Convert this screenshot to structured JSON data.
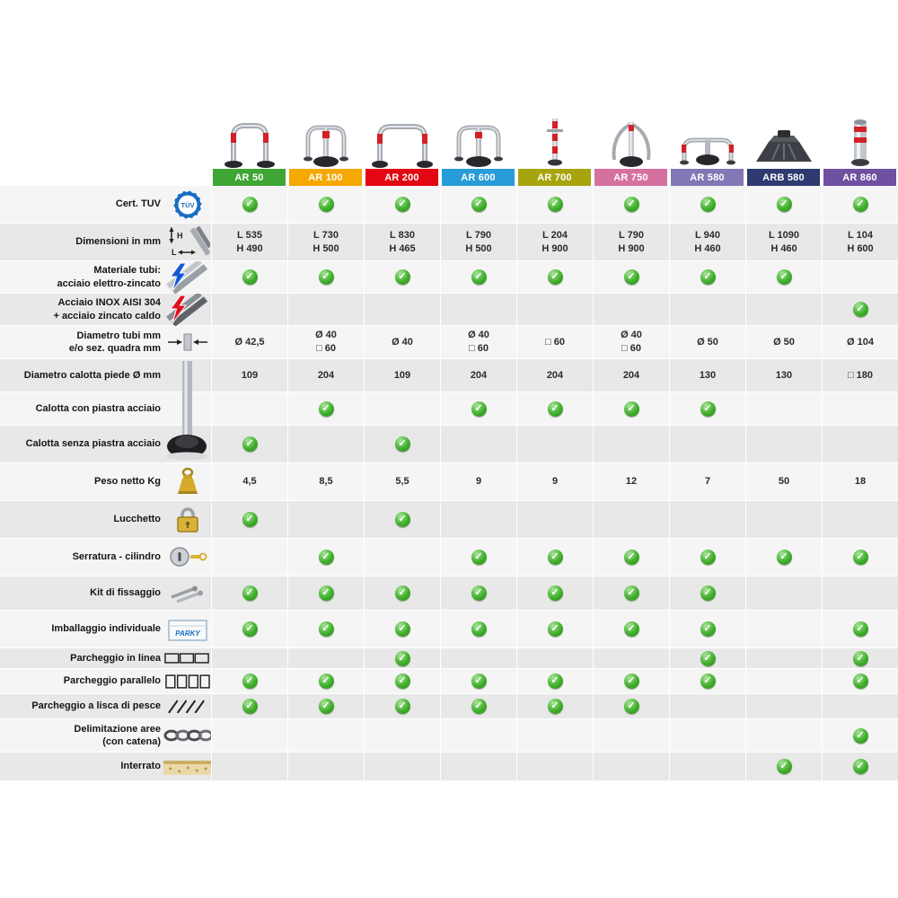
{
  "colors": {
    "check_green": "#3fae2a"
  },
  "table": {
    "products": [
      {
        "name": "AR 50",
        "color": "#3fa535",
        "sketch": "arch"
      },
      {
        "name": "AR 100",
        "color": "#f5a800",
        "sketch": "arch-post"
      },
      {
        "name": "AR 200",
        "color": "#e30613",
        "sketch": "wide-arch"
      },
      {
        "name": "AR 600",
        "color": "#289cd8",
        "sketch": "arch-dome"
      },
      {
        "name": "AR 700",
        "color": "#a7a40e",
        "sketch": "post"
      },
      {
        "name": "AR 750",
        "color": "#d4719f",
        "sketch": "fold-post"
      },
      {
        "name": "AR 580",
        "color": "#8377b5",
        "sketch": "low-hoop"
      },
      {
        "name": "ARB 580",
        "color": "#2e3a70",
        "sketch": "ramp"
      },
      {
        "name": "AR 860",
        "color": "#6e51a1",
        "sketch": "bollard"
      }
    ],
    "rows": [
      {
        "id": "cert-tuv",
        "label": "Cert. TUV",
        "icon": "tuv-icon",
        "cells": [
          "✓",
          "✓",
          "✓",
          "✓",
          "✓",
          "✓",
          "✓",
          "✓",
          "✓"
        ]
      },
      {
        "id": "dimensioni",
        "label": "Dimensioni in mm",
        "icon": "dimensions-icon",
        "cells": [
          "L 535\nH 490",
          "L 730\nH 500",
          "L 830\nH 465",
          "L 790\nH 500",
          "L 204\nH 900",
          "L 790\nH 900",
          "L 940\nH 460",
          "L 1090\nH 460",
          "L 104\nH 600"
        ]
      },
      {
        "id": "materiale-tubi",
        "label": "Materiale tubi:\nacciaio elettro-zincato",
        "icon": "tube-blue-bolt-icon",
        "cells": [
          "✓",
          "✓",
          "✓",
          "✓",
          "✓",
          "✓",
          "✓",
          "✓",
          ""
        ]
      },
      {
        "id": "acciaio-inox",
        "label": "Acciaio INOX AISI 304\n+ acciaio zincato caldo",
        "icon": "tube-red-bolt-icon",
        "cells": [
          "",
          "",
          "",
          "",
          "",
          "",
          "",
          "",
          "✓"
        ]
      },
      {
        "id": "diametro-tubi",
        "label": "Diametro tubi mm\ne/o sez. quadra mm",
        "icon": "diameter-icon",
        "cells": [
          "Ø 42,5",
          "Ø 40\n□ 60",
          "Ø 40",
          "Ø 40\n□ 60",
          "□ 60",
          "Ø 40\n□ 60",
          "Ø 50",
          "Ø 50",
          "Ø 104"
        ]
      },
      {
        "id": "diametro-calotta",
        "label": "Diametro calotta piede Ø mm",
        "icon": "",
        "cells": [
          "109",
          "204",
          "109",
          "204",
          "204",
          "204",
          "130",
          "130",
          "□ 180"
        ]
      },
      {
        "id": "calotta-con-piastra",
        "label": "Calotta con piastra acciaio",
        "icon": "",
        "cells": [
          "",
          "✓",
          "",
          "✓",
          "✓",
          "✓",
          "✓",
          "",
          ""
        ]
      },
      {
        "id": "calotta-senza-piastra",
        "label": "Calotta senza piastra acciaio",
        "icon": "",
        "cells": [
          "✓",
          "",
          "✓",
          "",
          "",
          "",
          "",
          "",
          ""
        ]
      },
      {
        "id": "peso-netto",
        "label": "Peso netto Kg",
        "icon": "weight-icon",
        "cells": [
          "4,5",
          "8,5",
          "5,5",
          "9",
          "9",
          "12",
          "7",
          "50",
          "18"
        ]
      },
      {
        "id": "lucchetto",
        "label": "Lucchetto",
        "icon": "padlock-icon",
        "cells": [
          "✓",
          "",
          "✓",
          "",
          "",
          "",
          "",
          "",
          ""
        ]
      },
      {
        "id": "serratura",
        "label": "Serratura - cilindro",
        "icon": "cylinder-lock-icon",
        "cells": [
          "",
          "✓",
          "",
          "✓",
          "✓",
          "✓",
          "✓",
          "✓",
          "✓"
        ]
      },
      {
        "id": "kit-fissaggio",
        "label": "Kit di fissaggio",
        "icon": "screws-icon",
        "cells": [
          "✓",
          "✓",
          "✓",
          "✓",
          "✓",
          "✓",
          "✓",
          "",
          ""
        ]
      },
      {
        "id": "imballaggio",
        "label": "Imballaggio individuale",
        "icon": "box-icon",
        "cells": [
          "✓",
          "✓",
          "✓",
          "✓",
          "✓",
          "✓",
          "✓",
          "",
          "✓"
        ]
      },
      {
        "id": "parcheggio-linea",
        "label": "Parcheggio in linea",
        "icon": "inline-parking-icon",
        "cells": [
          "",
          "",
          "✓",
          "",
          "",
          "",
          "✓",
          "",
          "✓"
        ]
      },
      {
        "id": "parcheggio-parallelo",
        "label": "Parcheggio parallelo",
        "icon": "parallel-parking-icon",
        "cells": [
          "✓",
          "✓",
          "✓",
          "✓",
          "✓",
          "✓",
          "✓",
          "",
          "✓"
        ]
      },
      {
        "id": "parcheggio-lisca",
        "label": "Parcheggio a lisca di pesce",
        "icon": "herringbone-parking-icon",
        "cells": [
          "✓",
          "✓",
          "✓",
          "✓",
          "✓",
          "✓",
          "",
          "",
          ""
        ]
      },
      {
        "id": "delimitazione-aree",
        "label": "Delimitazione aree\n(con catena)",
        "icon": "chain-icon",
        "cells": [
          "",
          "",
          "",
          "",
          "",
          "",
          "",
          "",
          "✓"
        ]
      },
      {
        "id": "interrato",
        "label": "Interrato",
        "icon": "ground-icon",
        "cells": [
          "",
          "",
          "",
          "",
          "",
          "",
          "",
          "✓",
          "✓"
        ]
      }
    ]
  }
}
